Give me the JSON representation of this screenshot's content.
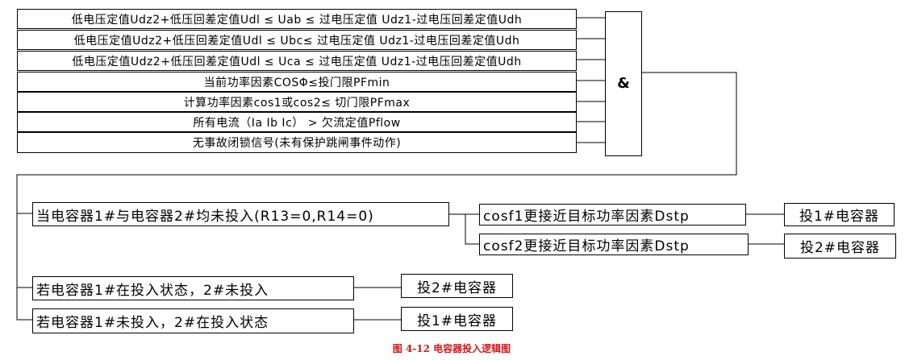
{
  "conditions": [
    "低电压定值Udz2+低压回差定值Udl ≤ Uab ≤ 过电压定值 Udz1-过电压回差定值Udh",
    "低电压定值Udz2+低压回差定值Udl ≤ Ubc≤ 过电压定值 Udz1-过电压回差定值Udh",
    "低电压定值Udz2+低压回差定值Udl ≤ Uca ≤ 过电压定值 Udz1-过电压回差定值Udh",
    "当前功率因素COSΦ≤投门限PFmin",
    "计算功率因素cos1或cos2≤ 切门限PFmax",
    "所有电流（Ia Ib Ic） > 欠流定值Pflow",
    "无事故闭锁信号(未有保护跳闸事件动作)"
  ],
  "and_gate": {
    "symbol": "&"
  },
  "branch_both_off": {
    "condition": "当电容器1#与电容器2#均未投入(R13=0,R14=0)",
    "options": [
      {
        "criterion": "cosf1更接近目标功率因素Dstp",
        "action": "投1#电容器"
      },
      {
        "criterion": "cosf2更接近目标功率因素Dstp",
        "action": "投2#电容器"
      }
    ]
  },
  "branch_1_on": {
    "condition": "若电容器1#在投入状态，2#未投入",
    "action": "投2#电容器"
  },
  "branch_2_on": {
    "condition": "若电容器1#未投入，2#在投入状态",
    "action": "投1#电容器"
  },
  "caption": "图 4-12 电容器投入逻辑图"
}
